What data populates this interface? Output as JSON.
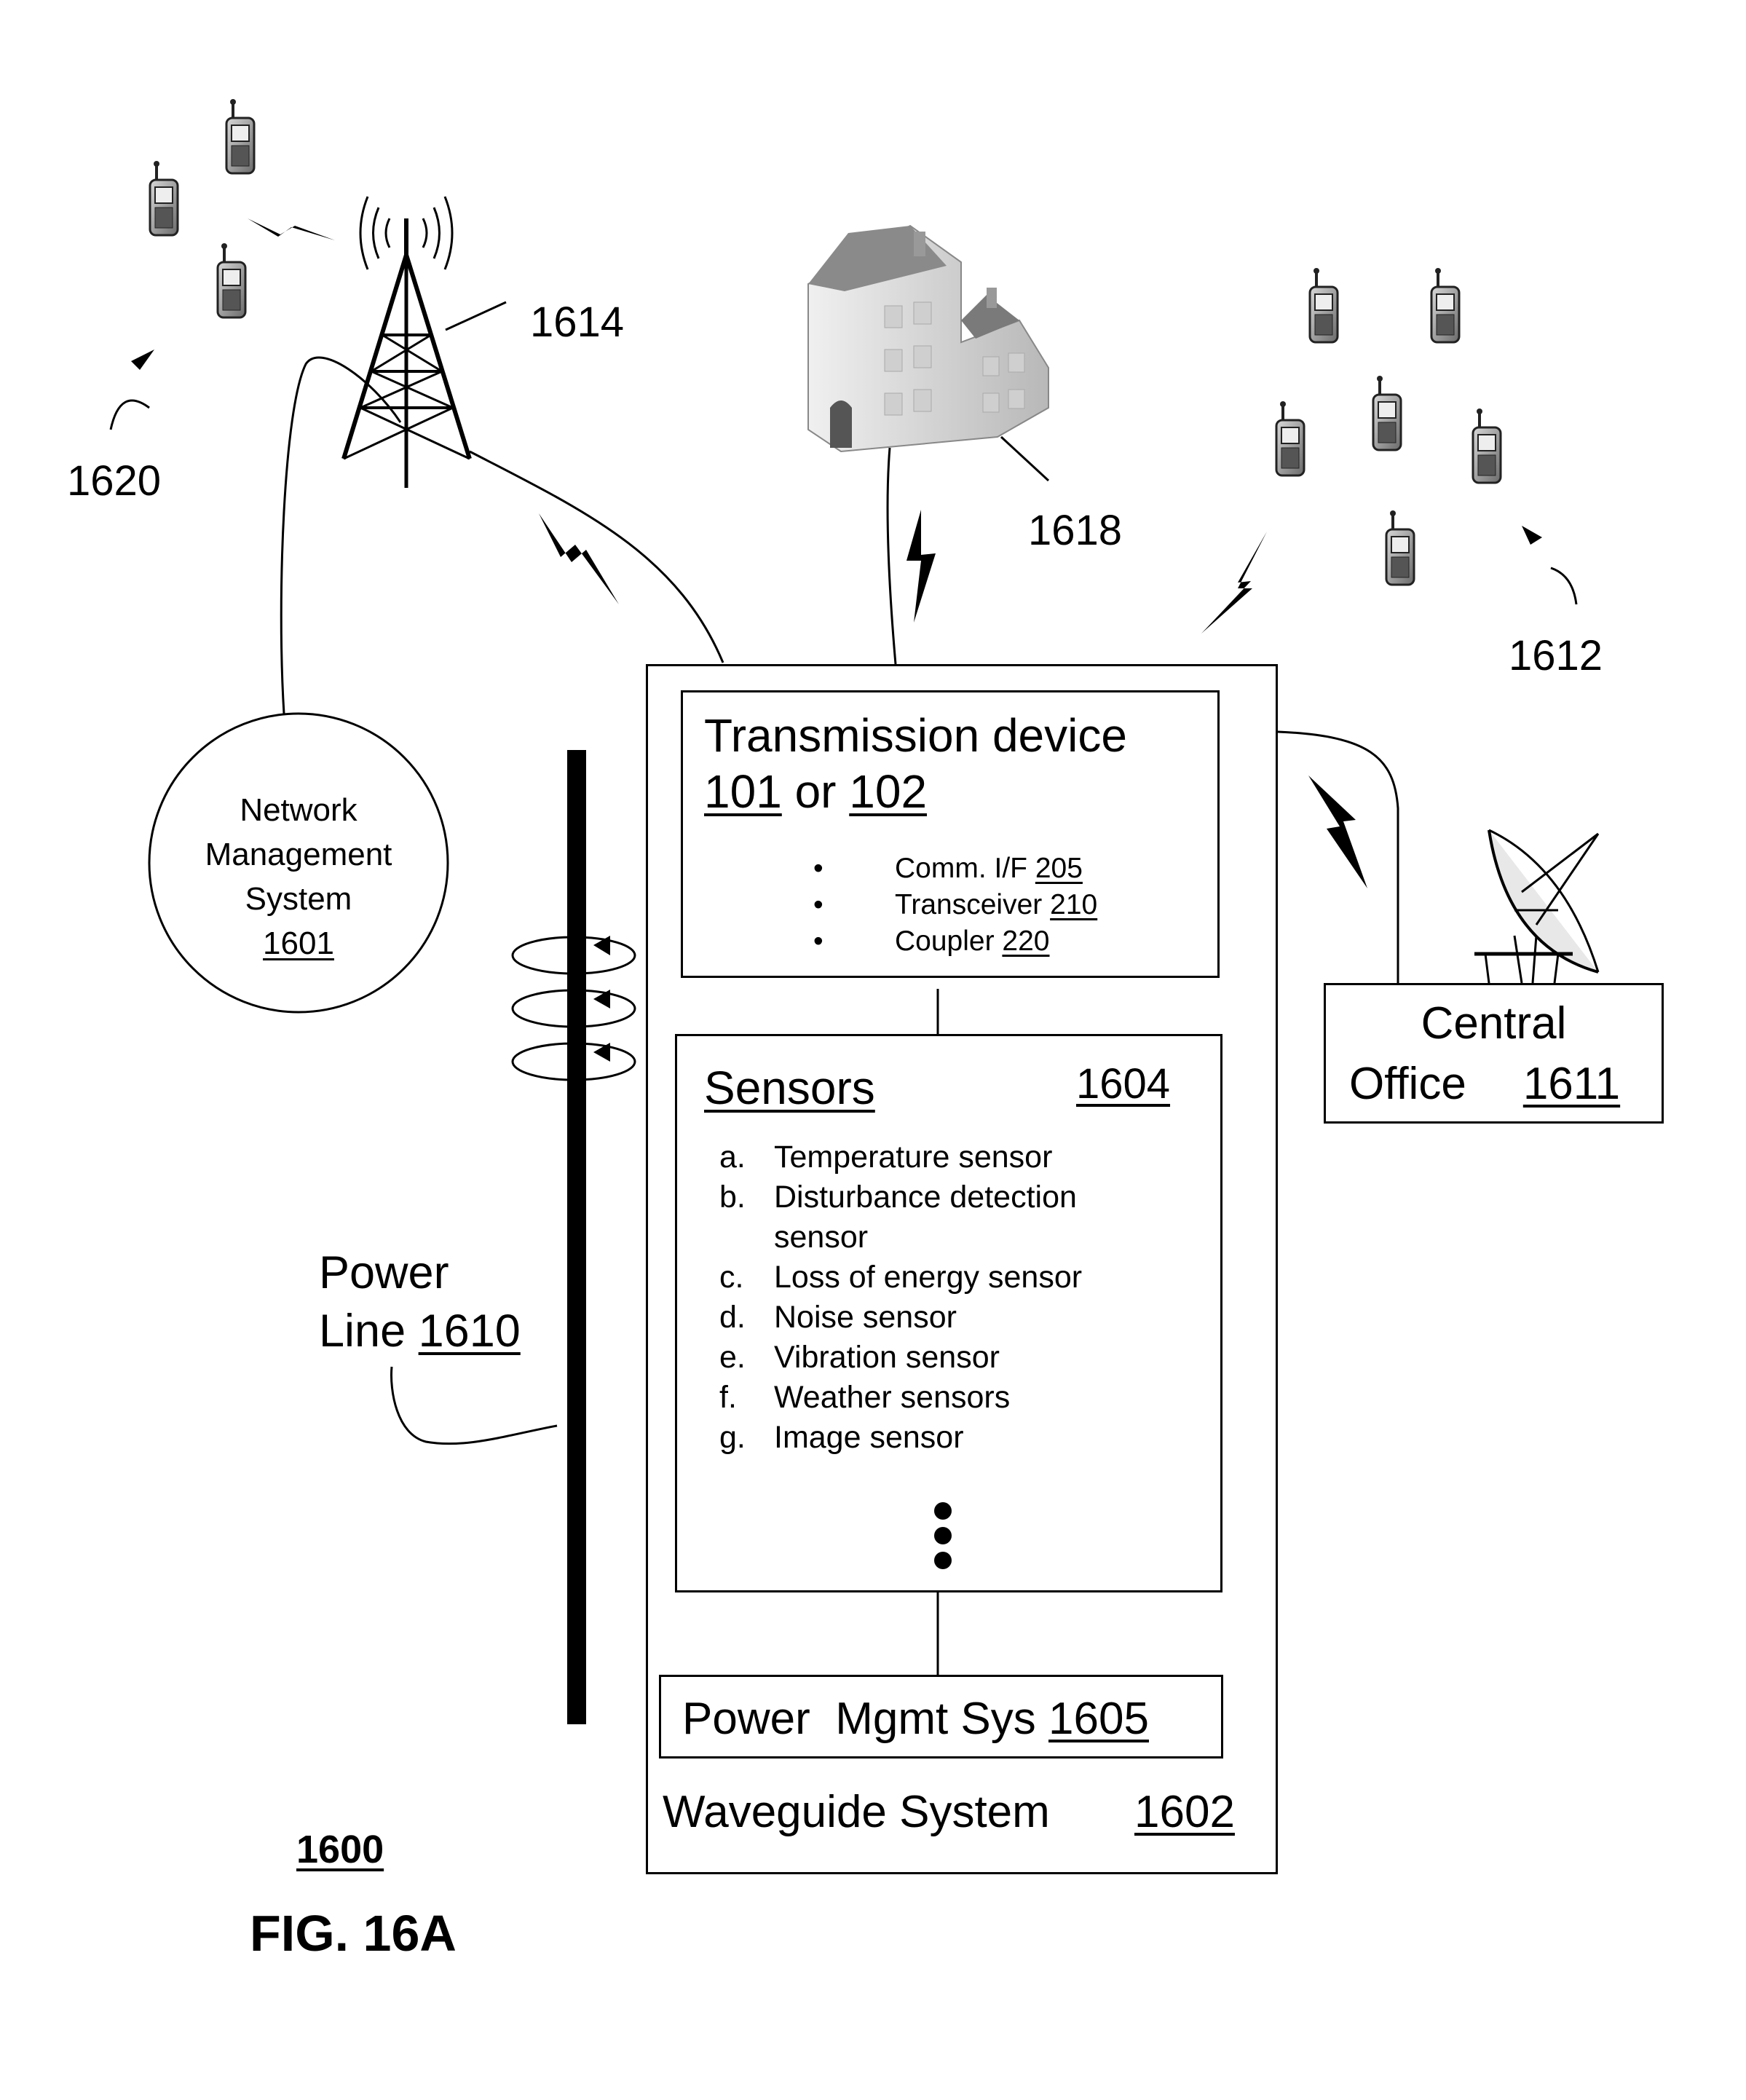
{
  "figure": {
    "label": "FIG. 16A",
    "ref": "1600"
  },
  "refs": {
    "mobile_group_left": "1620",
    "tower": "1614",
    "building": "1618",
    "mobile_group_right": "1612",
    "power_line_label": "Power",
    "power_line_label2": "Line",
    "power_line_ref": "1610"
  },
  "nms": {
    "line1": "Network",
    "line2": "Management",
    "line3": "System",
    "ref": "1601"
  },
  "waveguide": {
    "label": "Waveguide System",
    "ref": "1602",
    "transmission": {
      "title": "Transmission device",
      "ref_a": "101",
      "or": "or",
      "ref_b": "102",
      "items": [
        {
          "bullet": "•",
          "label": "Comm. I/F",
          "ref": "205"
        },
        {
          "bullet": "•",
          "label": "Transceiver",
          "ref": "210"
        },
        {
          "bullet": "•",
          "label": "Coupler",
          "ref": "220"
        }
      ]
    },
    "sensors": {
      "title": "Sensors",
      "ref": "1604",
      "items": [
        {
          "key": "a.",
          "lines": [
            "Temperature sensor"
          ]
        },
        {
          "key": "b.",
          "lines": [
            "Disturbance detection",
            "sensor"
          ]
        },
        {
          "key": "c.",
          "lines": [
            "Loss of energy sensor"
          ]
        },
        {
          "key": "d.",
          "lines": [
            "Noise sensor"
          ]
        },
        {
          "key": "e.",
          "lines": [
            "Vibration sensor"
          ]
        },
        {
          "key": "f.",
          "lines": [
            "Weather sensors"
          ]
        },
        {
          "key": "g.",
          "lines": [
            "Image sensor"
          ]
        }
      ]
    },
    "power_mgmt": {
      "label": "Power  Mgmt Sys",
      "ref": "1605"
    }
  },
  "central_office": {
    "line1": "Central",
    "line2": "Office",
    "ref": "1611"
  }
}
